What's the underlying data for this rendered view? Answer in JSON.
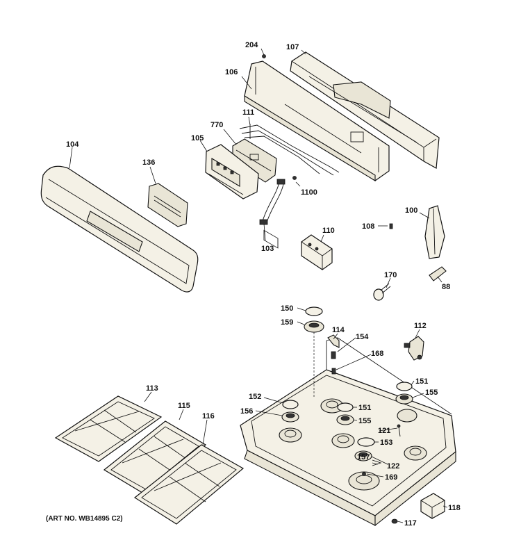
{
  "art_number": "(ART NO. WB14895 C2)",
  "labels": {
    "p204": "204",
    "p107": "107",
    "p106": "106",
    "p111": "111",
    "p770": "770",
    "p105": "105",
    "p104": "104",
    "p136": "136",
    "p1100": "1100",
    "p103": "103",
    "p110": "110",
    "p108": "108",
    "p100": "100",
    "p88": "88",
    "p170": "170",
    "p150": "150",
    "p159": "159",
    "p114": "114",
    "p154": "154",
    "p112": "112",
    "p168": "168",
    "p151a": "151",
    "p155a": "155",
    "p152": "152",
    "p151b": "151",
    "p156": "156",
    "p155b": "155",
    "p121": "121",
    "p153": "153",
    "p157": "157",
    "p122": "122",
    "p169": "169",
    "p113": "113",
    "p115": "115",
    "p116": "116",
    "p118": "118",
    "p117": "117"
  }
}
